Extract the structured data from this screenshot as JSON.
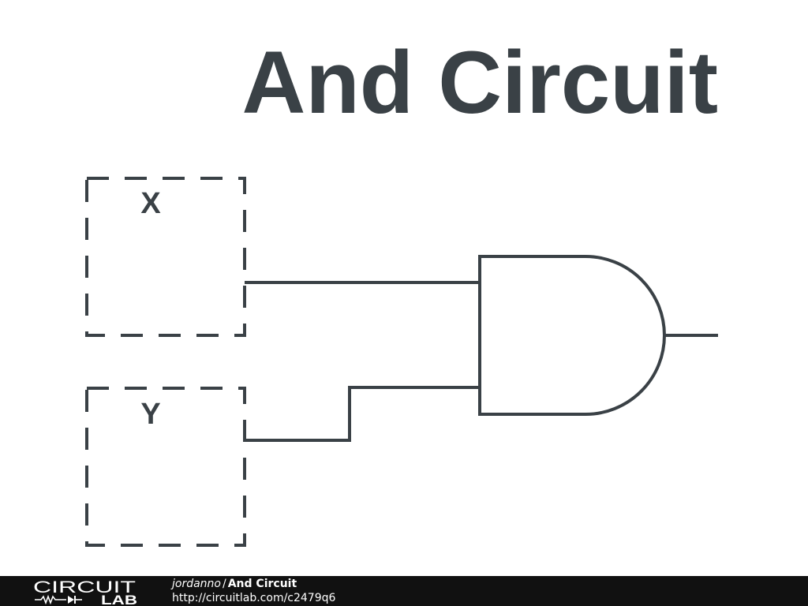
{
  "diagram": {
    "title": "And Circuit",
    "inputs": [
      {
        "label": "X"
      },
      {
        "label": "Y"
      }
    ],
    "gate": {
      "type": "AND"
    },
    "line_color": "#3a4146"
  },
  "footer": {
    "logo": {
      "top": "CIRCUIT",
      "bottom": "LAB"
    },
    "author": "jordanno",
    "separator": "/",
    "circuit_title": "And Circuit",
    "url": "http://circuitlab.com/c2479q6",
    "background": "#111111"
  }
}
